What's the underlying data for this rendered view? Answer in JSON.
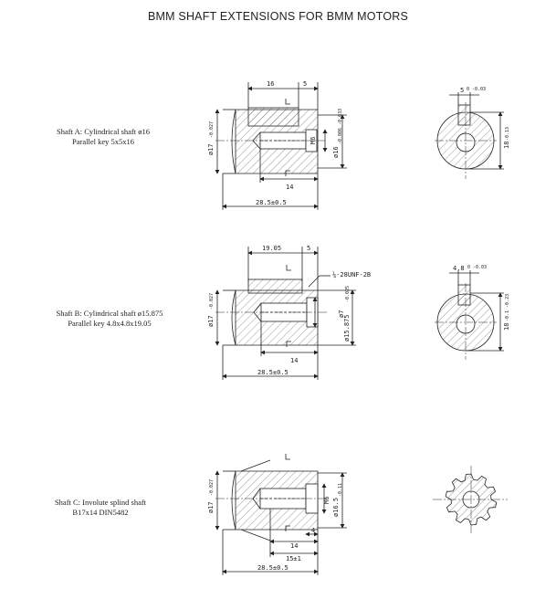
{
  "title": "BMM SHAFT EXTENSIONS FOR BMM MOTORS",
  "shafts": [
    {
      "line1": "Shaft A: Cylindrical shaft  ø16",
      "line2": "Parallel key 5x5x16",
      "dims": {
        "key_len": "16",
        "key_w": "5",
        "dia": "ø17",
        "dia_tol": "-0.027",
        "bore": "ø16",
        "bore_tol": "-0.006 -0.033",
        "thread": "M6",
        "depth": "14",
        "length": "28.5±0.5",
        "end_key": "5",
        "end_key_tol": "0 -0.03",
        "end_h": "18",
        "end_h_tol": "-0.13"
      }
    },
    {
      "line1": "Shaft B: Cylindrical shaft  ø15.875",
      "line2": "Parallel key 4.8x4.8x19.05",
      "dims": {
        "key_len": "19.05",
        "key_w": "5",
        "thread_note": "¼-28UNF-2B",
        "dia": "ø17",
        "dia_tol": "-0.027",
        "bore": "ø15.875",
        "bore_tol": "-0.025",
        "small_dia": "ø7",
        "depth": "14",
        "length": "28.5±0.5",
        "end_key": "4.8",
        "end_key_tol": "0 -0.03",
        "end_h": "18",
        "end_h_tol": "-0.1 -0.23"
      }
    },
    {
      "line1": "Shaft C: Involute splind shaft",
      "line2": "B17x14 DIN5482",
      "dims": {
        "dia": "ø17",
        "dia_tol": "-0.027",
        "spline_dia": "ø16.5",
        "spline_tol": "-0.11",
        "thread": "M6",
        "d4": "4",
        "depth": "14",
        "spline_len": "15±1",
        "length": "28.5±0.5"
      }
    }
  ]
}
